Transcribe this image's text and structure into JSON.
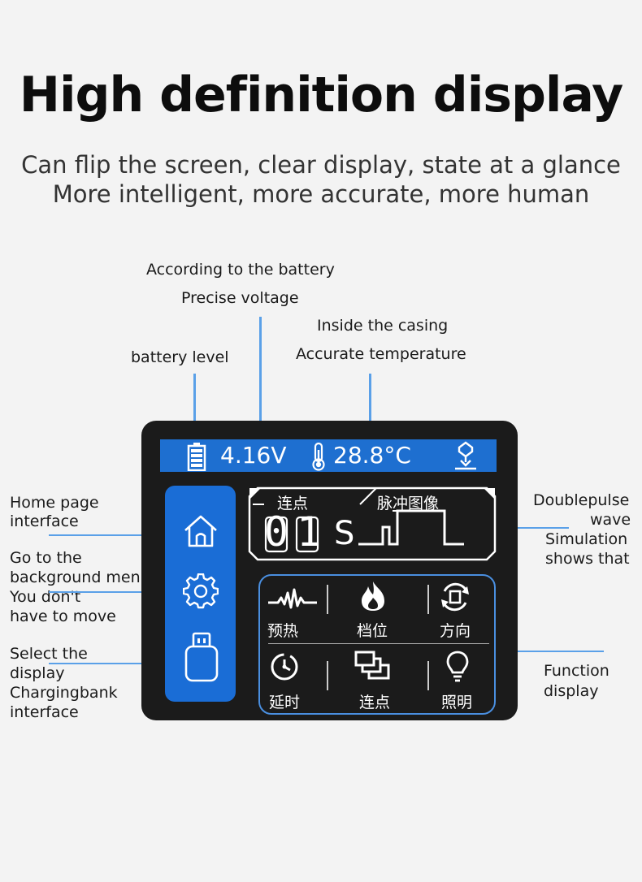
{
  "header": {
    "title": "High definition display",
    "subtitle_line1": "Can flip the screen, clear display, state at a glance",
    "subtitle_line2": "More intelligent, more accurate, more human"
  },
  "annotations": {
    "battery_voltage_line1": "According to the battery",
    "battery_voltage_line2": "Precise voltage",
    "casing_temp_line1": "Inside the casing",
    "casing_temp_line2": "Accurate temperature",
    "battery_level": "battery level",
    "home_line1": "Home page",
    "home_line2": "interface",
    "background_line1": "Go to the",
    "background_line2": "background menu",
    "background_line3": "You don't",
    "background_line4": "have to move",
    "display_line1": "Select the",
    "display_line2": "display",
    "display_line3": "Chargingbank",
    "display_line4": "interface",
    "wave_line1": "Doublepulse",
    "wave_line2": "wave",
    "wave_line3": "Simulation",
    "wave_line4": "shows that",
    "function_line1": "Function",
    "function_line2": "display"
  },
  "device": {
    "voltage": "4.16V",
    "temperature": "28.8°C",
    "wave_label_left": "连点",
    "wave_label_right": "脉冲图像",
    "counter_digits": "01",
    "counter_unit": "S",
    "functions": {
      "preheat": "预热",
      "gear": "档位",
      "direction": "方向",
      "delay": "延时",
      "continuous": "连点",
      "light": "照明"
    }
  },
  "colors": {
    "accent_blue": "#1e6fd0",
    "line_blue": "#5aa0e8",
    "device_bg": "#1b1b1b"
  }
}
